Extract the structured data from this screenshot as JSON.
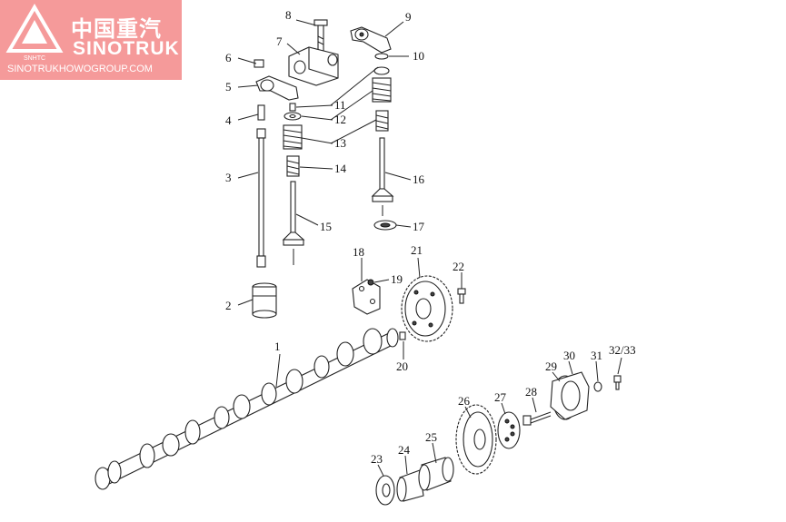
{
  "logo": {
    "cn": "中国重汽",
    "en": "SINOTRUK",
    "url": "SINOTRUKHOWOGROUP.COM",
    "badge": "SNHTC",
    "color": "#f59a9a"
  },
  "labels": [
    "1",
    "2",
    "3",
    "4",
    "5",
    "6",
    "7",
    "8",
    "9",
    "10",
    "11",
    "12",
    "13",
    "14",
    "15",
    "16",
    "17",
    "18",
    "19",
    "20",
    "21",
    "22",
    "23",
    "24",
    "25",
    "26",
    "27",
    "28",
    "29",
    "30",
    "31",
    "32/33"
  ]
}
